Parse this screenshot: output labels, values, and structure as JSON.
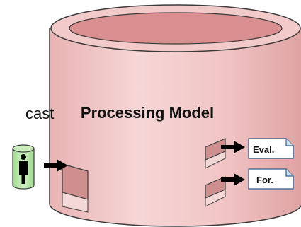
{
  "main_label": "Processing Model",
  "side_text": "cast",
  "documents": [
    {
      "label": "Eval."
    },
    {
      "label": "For."
    }
  ],
  "colors": {
    "cylinder_fill": "#f2c7c7",
    "cylinder_top_inner": "#d98f8f",
    "panel_fill": "#cf8f8f",
    "outline": "#3a3a3a",
    "input_cylinder_fill": "#b8e6a8",
    "arrow": "#000000"
  },
  "icons": {
    "input_source": "person-icon",
    "arrows": "right-arrow-icon"
  }
}
